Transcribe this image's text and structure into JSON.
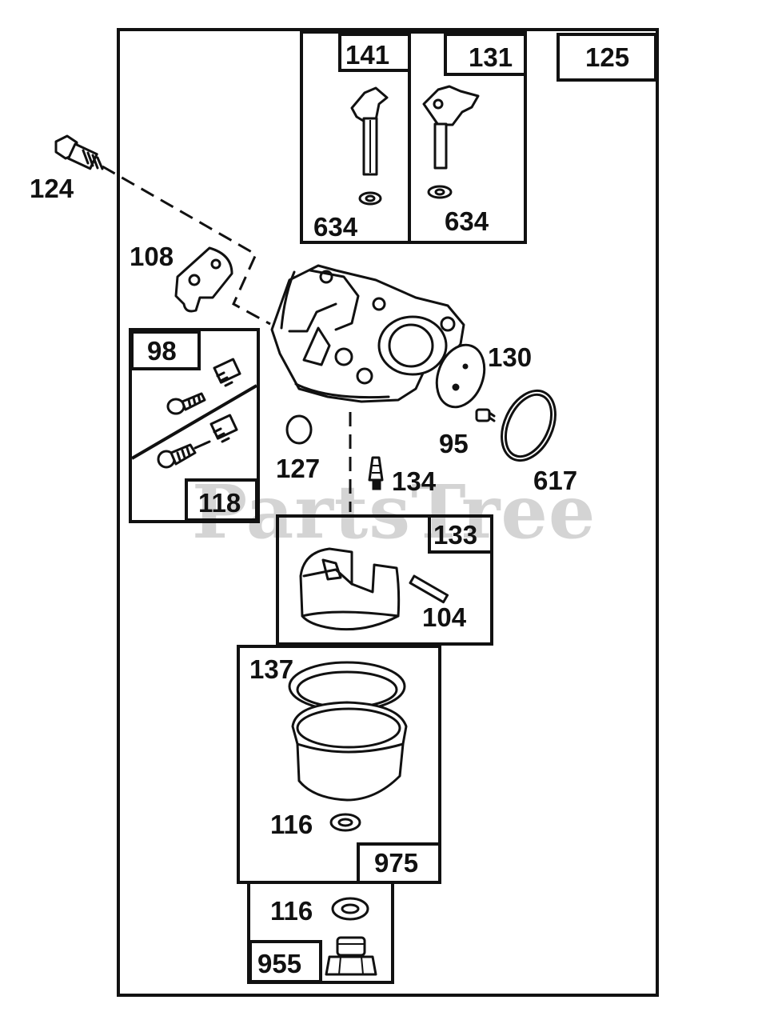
{
  "watermark": "PartsTree",
  "labels": {
    "assembly": "125",
    "screw_top": "124",
    "gasket_plate": "108",
    "choke_lever_a": "141",
    "choke_lever_b": "131",
    "seal_a": "634",
    "seal_b": "634",
    "screw_kit": "98",
    "needle_kit": "118",
    "plug": "127",
    "diaphragm": "130",
    "screw_small": "95",
    "oring_large": "617",
    "needle_valve": "134",
    "float_kit": "133",
    "float_pin": "104",
    "bowl_gasket": "137",
    "washer_bowl": "116",
    "bowl_kit": "975",
    "washer_nut": "116",
    "bowl_nut": "955"
  }
}
